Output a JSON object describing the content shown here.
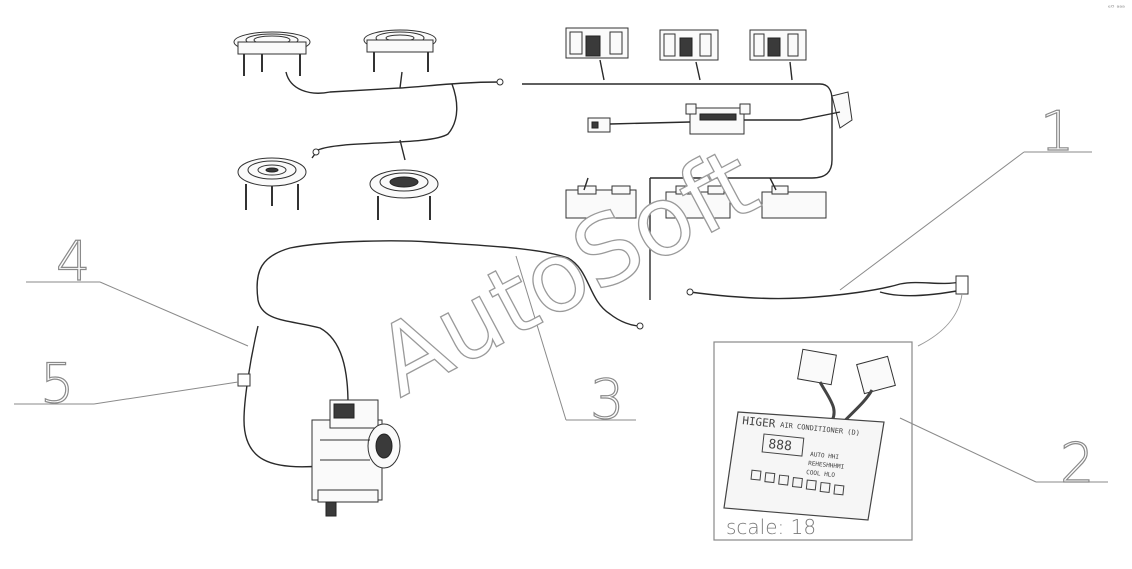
{
  "callouts": [
    {
      "id": "1",
      "label": "1"
    },
    {
      "id": "2",
      "label": "2"
    },
    {
      "id": "3",
      "label": "3"
    },
    {
      "id": "4",
      "label": "4"
    },
    {
      "id": "5",
      "label": "5"
    }
  ],
  "watermark": "AutoSoft",
  "inset": {
    "brand": "HIGER",
    "title": "AIR CONDITIONER (D)",
    "display": "888",
    "modes": [
      "AUTO  HHI",
      "REHESHHHMI",
      "COOL  HLO"
    ],
    "scale_label": "scale: 18"
  },
  "corner_mark": "ᵉᴼ ᵃᵃᵃ"
}
